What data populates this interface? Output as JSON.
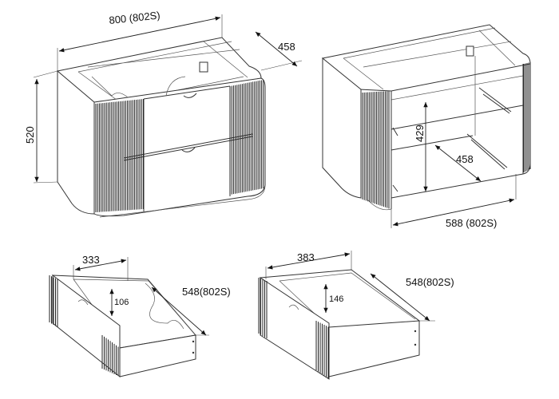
{
  "cabinet_front": {
    "width_label": "800 (802S)",
    "depth_label": "458",
    "height_label": "520"
  },
  "cabinet_open": {
    "inner_height_label": "429",
    "inner_depth_label": "458",
    "inner_width_label": "588 (802S)"
  },
  "drawer_top": {
    "width_label": "333",
    "depth_label": "548(802S)",
    "height_label": "106"
  },
  "drawer_bottom": {
    "width_label": "383",
    "depth_label": "548(802S)",
    "height_label": "146"
  }
}
